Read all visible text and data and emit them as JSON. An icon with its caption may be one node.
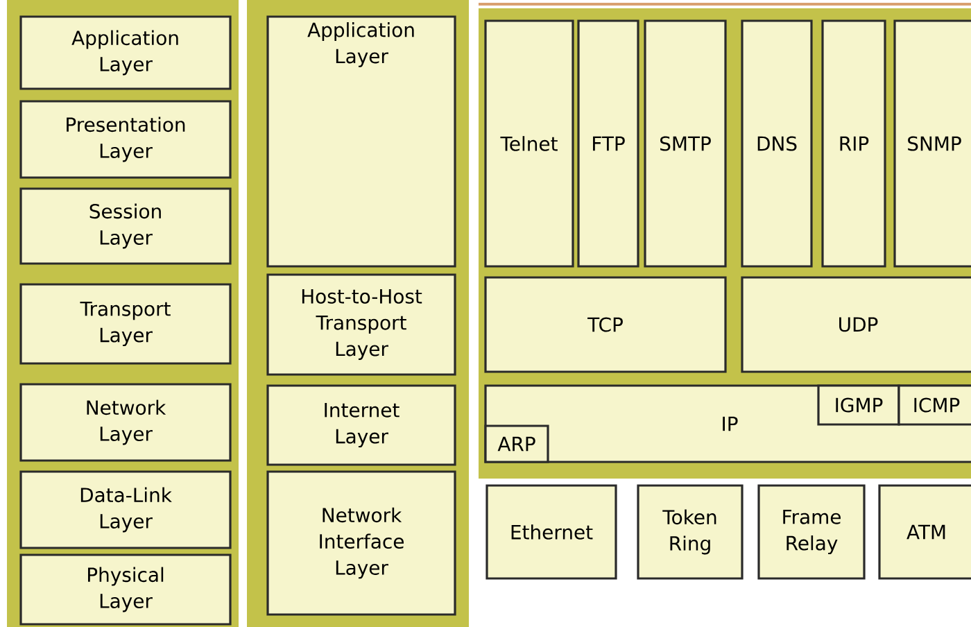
{
  "diagram": {
    "nodes": [
      {
        "text": [
          "Application Layer"
        ]
      },
      {
        "text": [
          "Presentation Layer"
        ]
      },
      {
        "text": [
          "Session Layer"
        ]
      },
      {
        "text": [
          "Transport Layer"
        ]
      },
      {
        "text": [
          "Network Layer"
        ]
      },
      {
        "text": [
          "Data-Link Layer"
        ]
      },
      {
        "text": [
          "Physical Layer"
        ]
      },
      {
        "text": [
          "Application Layer"
        ]
      },
      {
        "text": [
          "Host-to-Host Transport Layer"
        ]
      },
      {
        "text": [
          "Internet Layer"
        ]
      },
      {
        "text": [
          "Network Interface Layer"
        ]
      },
      {
        "text": [
          "Telnet"
        ]
      },
      {
        "text": [
          "FTP"
        ]
      },
      {
        "text": [
          "SMTP"
        ]
      },
      {
        "text": [
          "DNS"
        ]
      },
      {
        "text": [
          "RIP"
        ]
      },
      {
        "text": [
          "SNMP"
        ]
      },
      {
        "text": [
          "TCP"
        ]
      },
      {
        "text": [
          "UDP"
        ]
      },
      {
        "text": [
          "IP"
        ]
      },
      {
        "text": [
          "IGMP"
        ],
        "in": 19
      },
      {
        "text": [
          "ICMP"
        ],
        "in": 19
      },
      {
        "text": [
          "ARP"
        ],
        "in": 19
      },
      {
        "text": [
          "Ethernet"
        ]
      },
      {
        "text": [
          "Token Ring"
        ]
      },
      {
        "text": [
          "Frame Relay"
        ]
      },
      {
        "text": [
          "ATM"
        ]
      }
    ]
  }
}
